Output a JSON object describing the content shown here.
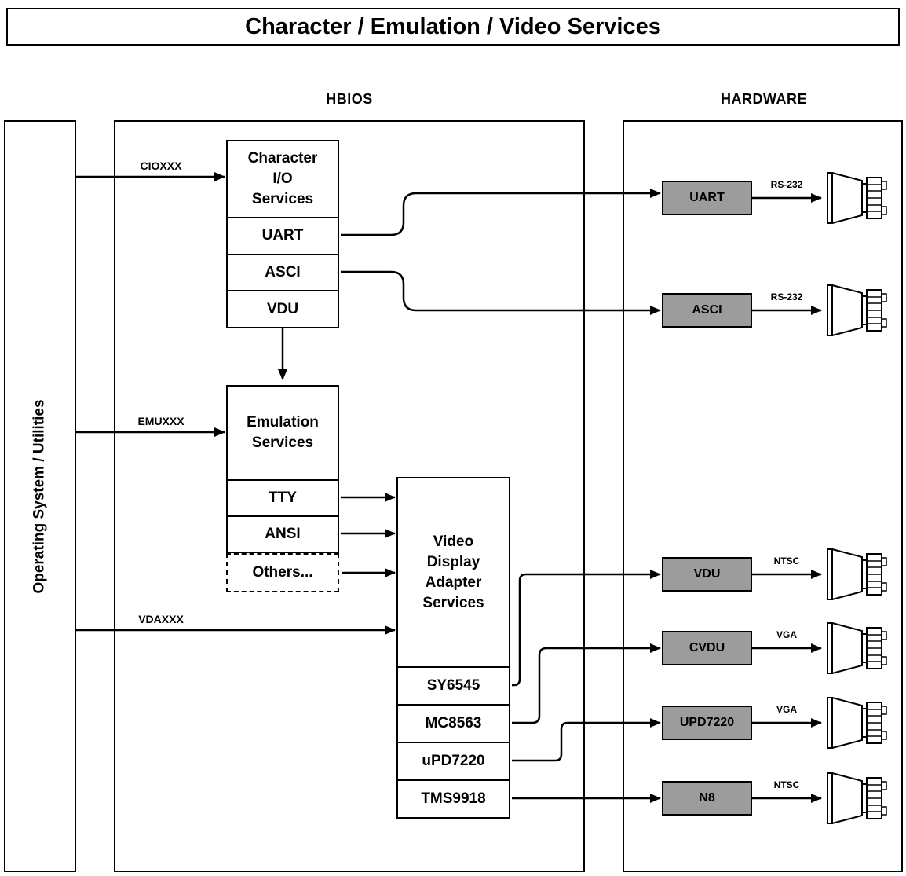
{
  "title": "Character / Emulation / Video Services",
  "sections": {
    "hbios": "HBIOS",
    "hardware": "HARDWARE",
    "os": "Operating System / Utilities"
  },
  "char_io": {
    "header_lines": [
      "Character",
      "I/O",
      "Services"
    ],
    "rows": [
      "UART",
      "ASCI",
      "VDU"
    ]
  },
  "emulation": {
    "header_lines": [
      "Emulation",
      "Services"
    ],
    "rows": [
      "TTY",
      "ANSI"
    ],
    "dashed_row": "Others..."
  },
  "vda": {
    "header_lines": [
      "Video",
      "Display",
      "Adapter",
      "Services"
    ],
    "rows": [
      "SY6545",
      "MC8563",
      "uPD7220",
      "TMS9918"
    ]
  },
  "bus_labels": {
    "cio": "CIOXXX",
    "emu": "EMUXXX",
    "vda": "VDAXXX"
  },
  "hardware": {
    "items": [
      {
        "name": "UART",
        "signal": "RS-232"
      },
      {
        "name": "ASCI",
        "signal": "RS-232"
      },
      {
        "name": "VDU",
        "signal": "NTSC"
      },
      {
        "name": "CVDU",
        "signal": "VGA"
      },
      {
        "name": "UPD7220",
        "signal": "VGA"
      },
      {
        "name": "N8",
        "signal": "NTSC"
      }
    ]
  },
  "colors": {
    "hardware_fill": "#9c9c9c",
    "line": "#000000",
    "background": "#ffffff"
  }
}
